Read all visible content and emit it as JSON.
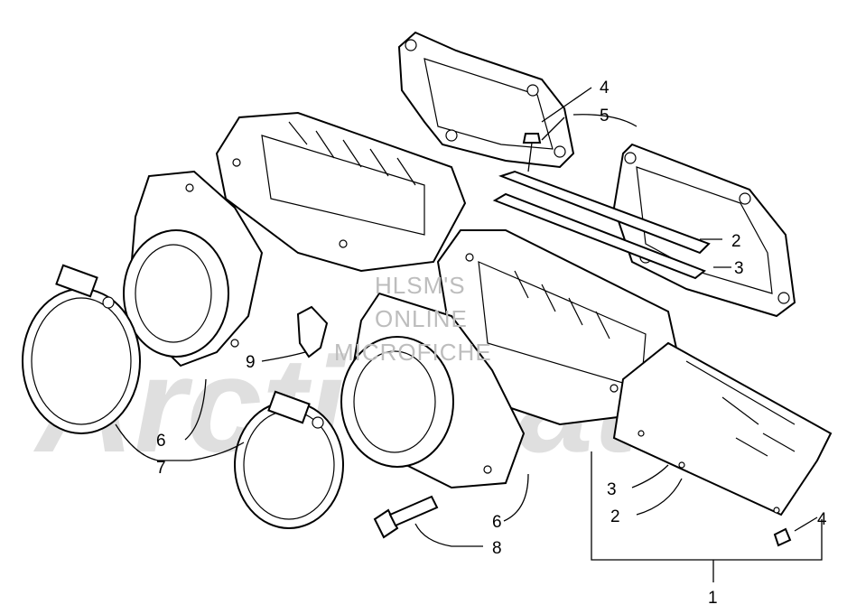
{
  "watermark": {
    "lines": [
      "HLSM'S",
      "ONLINE",
      "MICROFICHE"
    ],
    "logo_text": "ArcticCat"
  },
  "callouts": {
    "c1": "1",
    "c2a": "2",
    "c2b": "2",
    "c3a": "3",
    "c3b": "3",
    "c4a": "4",
    "c4b": "4",
    "c5": "5",
    "c6a": "6",
    "c6b": "6",
    "c7": "7",
    "c8": "8",
    "c9": "9"
  }
}
